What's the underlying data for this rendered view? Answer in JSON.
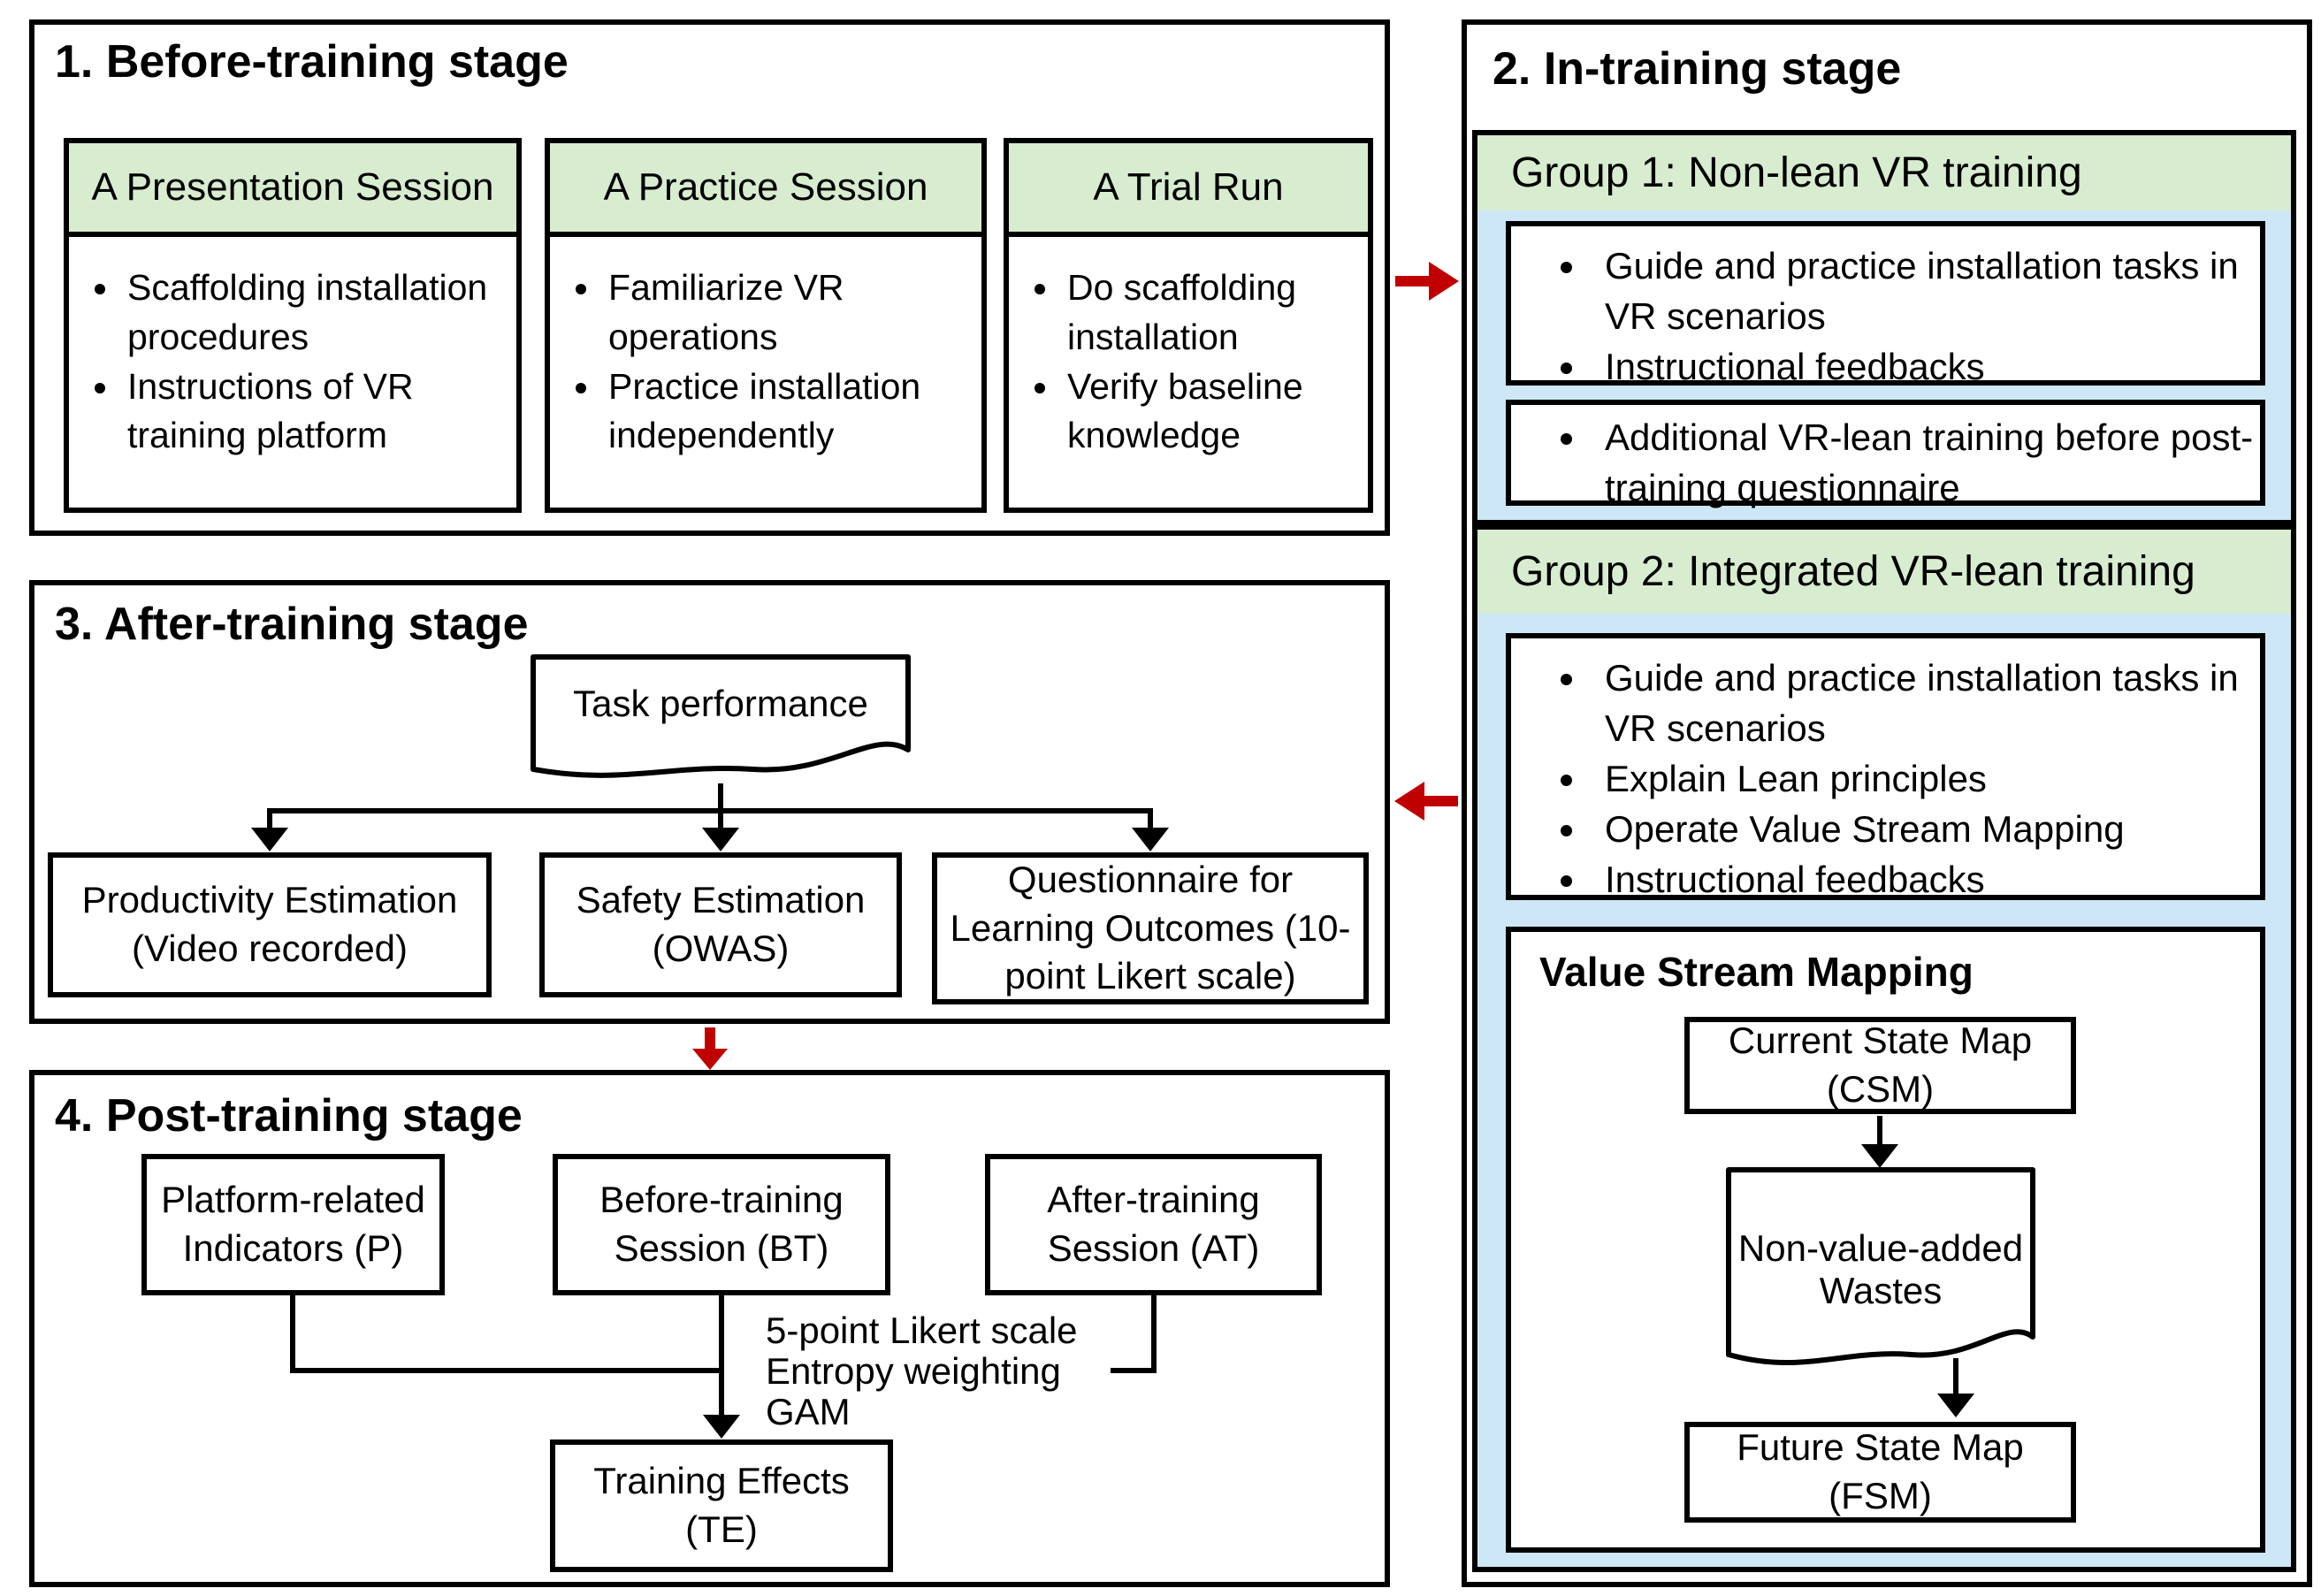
{
  "colors": {
    "header_green": "#d8ecd0",
    "body_blue": "#cde7f6",
    "arrow_red": "#c00000",
    "line_black": "#000000",
    "background": "#ffffff"
  },
  "stage1": {
    "title": "1. Before-training stage",
    "cards": [
      {
        "header": "A Presentation Session",
        "bullets": [
          "Scaffolding installation procedures",
          "Instructions of VR training platform"
        ]
      },
      {
        "header": "A Practice Session",
        "bullets": [
          "Familiarize VR operations",
          "Practice installation independently"
        ]
      },
      {
        "header": "A Trial Run",
        "bullets": [
          "Do scaffolding installation",
          "Verify baseline knowledge"
        ]
      }
    ]
  },
  "stage2": {
    "title": "2. In-training stage",
    "group1": {
      "header": "Group 1: Non-lean VR training",
      "box1_bullets": [
        "Guide and practice installation tasks in VR scenarios",
        "Instructional feedbacks"
      ],
      "box2_bullets": [
        "Additional VR-lean training before post-training questionnaire"
      ]
    },
    "group2": {
      "header": "Group 2: Integrated VR-lean training",
      "box1_bullets": [
        "Guide and practice installation tasks in VR scenarios",
        "Explain Lean principles",
        "Operate Value Stream Mapping",
        "Instructional feedbacks"
      ],
      "vsm": {
        "title": "Value Stream Mapping",
        "csm": "Current State Map (CSM)",
        "wastes": "Non-value-added Wastes",
        "fsm": "Future State Map (FSM)"
      }
    }
  },
  "stage3": {
    "title": "3. After-training stage",
    "source": "Task performance",
    "outputs": [
      "Productivity Estimation (Video recorded)",
      "Safety Estimation (OWAS)",
      "Questionnaire for Learning Outcomes (10-point Likert scale)"
    ]
  },
  "stage4": {
    "title": "4. Post-training stage",
    "inputs": [
      "Platform-related Indicators (P)",
      "Before-training Session (BT)",
      "After-training Session (AT)"
    ],
    "methods": [
      "5-point Likert scale",
      "Entropy weighting",
      "GAM"
    ],
    "result": "Training Effects (TE)"
  }
}
